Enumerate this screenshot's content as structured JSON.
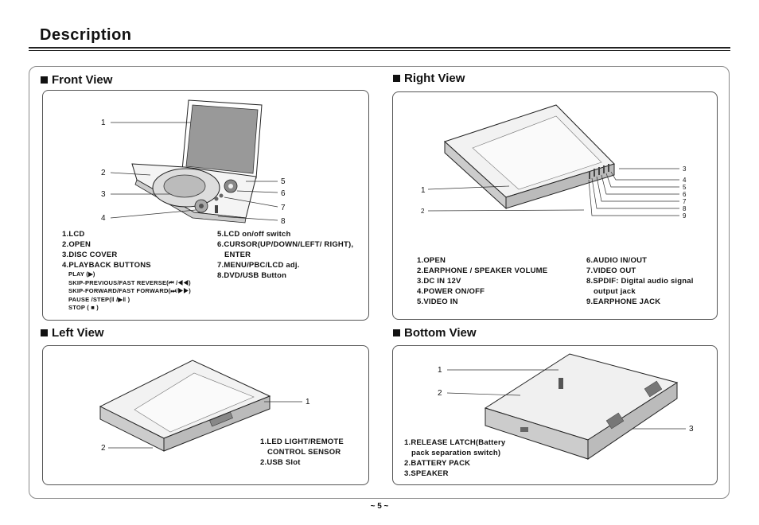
{
  "page_title": "Description",
  "page_number": "~ 5 ~",
  "front": {
    "heading": "Front View",
    "callouts": [
      "1",
      "2",
      "3",
      "4",
      "5",
      "6",
      "7",
      "8"
    ],
    "left_items": [
      "1.LCD",
      "2.OPEN",
      "3.DISC COVER",
      "4.PLAYBACK BUTTONS"
    ],
    "sub_items": [
      "PLAY (▶)",
      "SKIP-PREVIOUS/FAST REVERSE(⏮ /◀◀)",
      "SKIP-FORWARD/FAST FORWARD(⏭/▶▶)",
      "PAUSE /STEP(‖ /▶‖ )",
      "STOP ( ■ )"
    ],
    "right_items": [
      "5.LCD on/off switch",
      "6.CURSOR(UP/DOWN/LEFT/ RIGHT),",
      "ENTER",
      "7.MENU/PBC/LCD adj.",
      "8.DVD/USB Button"
    ]
  },
  "right": {
    "heading": "Right View",
    "callouts": [
      "1",
      "2",
      "3",
      "4",
      "5",
      "6",
      "7",
      "8",
      "9"
    ],
    "left_items": [
      "1.OPEN",
      "2.EARPHONE / SPEAKER VOLUME",
      "3.DC IN 12V",
      "4.POWER ON/OFF",
      "5.VIDEO IN"
    ],
    "right_items": [
      "6.AUDIO IN/OUT",
      "7.VIDEO OUT",
      "8.SPDIF: Digital audio signal",
      "output jack",
      "9.EARPHONE JACK"
    ]
  },
  "left": {
    "heading": "Left View",
    "callouts": [
      "1",
      "2"
    ],
    "items": [
      "1.LED LIGHT/REMOTE",
      "CONTROL SENSOR",
      "2.USB Slot"
    ]
  },
  "bottom": {
    "heading": "Bottom View",
    "callouts": [
      "1",
      "2",
      "3"
    ],
    "items": [
      "1.RELEASE LATCH(Battery",
      "pack separation switch)",
      "2.BATTERY PACK",
      "3.SPEAKER"
    ]
  }
}
